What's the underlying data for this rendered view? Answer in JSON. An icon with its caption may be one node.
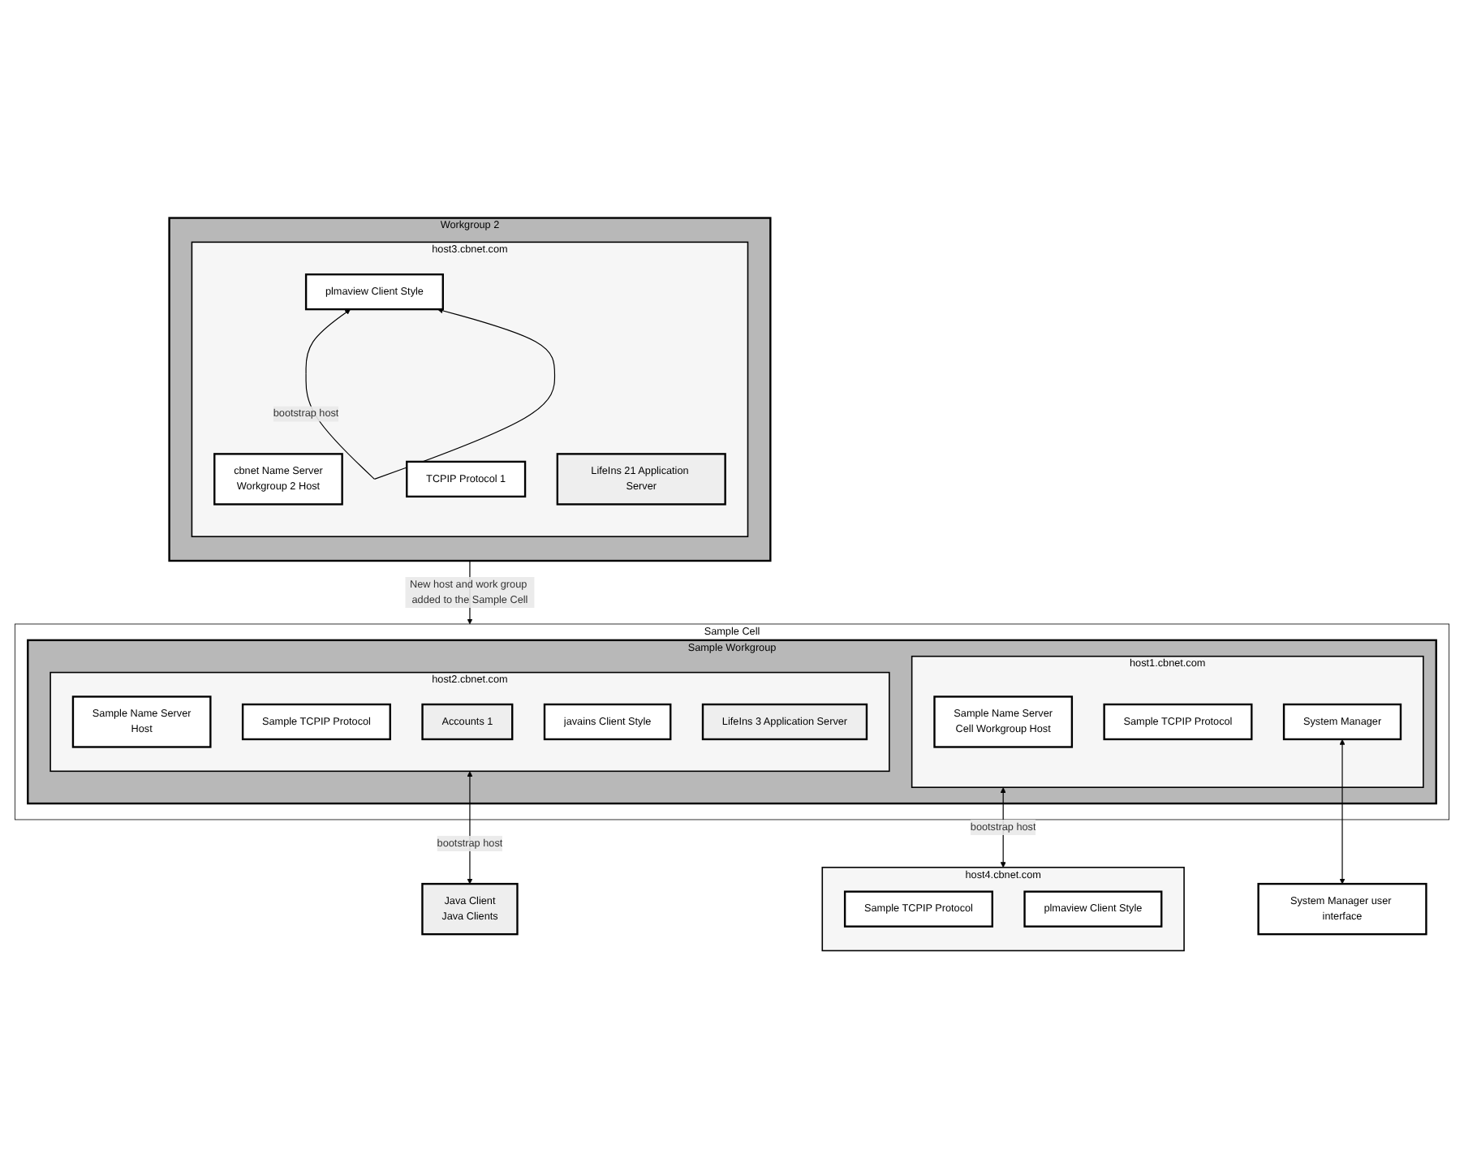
{
  "diagram": {
    "nodes": [
      {
        "text": [
          "Sample Cell"
        ]
      },
      {
        "text": [
          "Sample Workgroup"
        ],
        "in": 0
      },
      {
        "text": [
          "host1.cbnet.com"
        ],
        "in": 1
      },
      {
        "text": [
          "Sample Name Server",
          "Cell Workgroup Host"
        ],
        "in": 2
      },
      {
        "text": [
          "Sample TCPIP Protocol"
        ],
        "in": 2
      },
      {
        "text": [
          "System Manager"
        ],
        "in": 2
      },
      {
        "text": [
          "host2.cbnet.com"
        ],
        "in": 1
      },
      {
        "text": [
          "Sample Name Server",
          "Host"
        ],
        "in": 6
      },
      {
        "text": [
          "Sample TCPIP Protocol"
        ],
        "in": 6
      },
      {
        "text": [
          "Accounts 1"
        ],
        "in": 6
      },
      {
        "text": [
          "javains Client Style"
        ],
        "in": 6
      },
      {
        "text": [
          "LifeIns 3 Application Server"
        ],
        "in": 6
      },
      {
        "text": [
          "Workgroup 2"
        ]
      },
      {
        "text": [
          "host3.cbnet.com"
        ],
        "in": 12
      },
      {
        "text": [
          "cbnet Name Server",
          "Workgroup 2 Host"
        ],
        "in": 13
      },
      {
        "text": [
          "TCPIP Protocol 1"
        ],
        "in": 13
      },
      {
        "text": [
          "plmaview Client Style"
        ],
        "in": 13
      },
      {
        "text": [
          "LifeIns 21 Application Server"
        ],
        "in": 13
      },
      {
        "text": [
          "System Manager user interface"
        ]
      },
      {
        "text": [
          "host4.cbnet.com"
        ]
      },
      {
        "text": [
          "Sample TCPIP Protocol"
        ],
        "in": 19
      },
      {
        "text": [
          "plmaview Client Style"
        ],
        "in": 19
      },
      {
        "text": [
          "Java Client",
          "Java Clients"
        ]
      }
    ],
    "edges": [
      {
        "from": 5,
        "to": 18,
        "arrow": "both"
      },
      {
        "from": 2,
        "to": 19,
        "arrow": "both",
        "label": "bootstrap host"
      },
      {
        "from": 6,
        "to": 22,
        "arrow": "both",
        "label": "bootstrap host"
      },
      {
        "from": 12,
        "to": 0,
        "arrow": "to",
        "label": "New host and work group added to the Sample Cell"
      },
      {
        "from": 16,
        "to": 16,
        "arrow": "both",
        "label": "bootstrap host"
      }
    ]
  }
}
